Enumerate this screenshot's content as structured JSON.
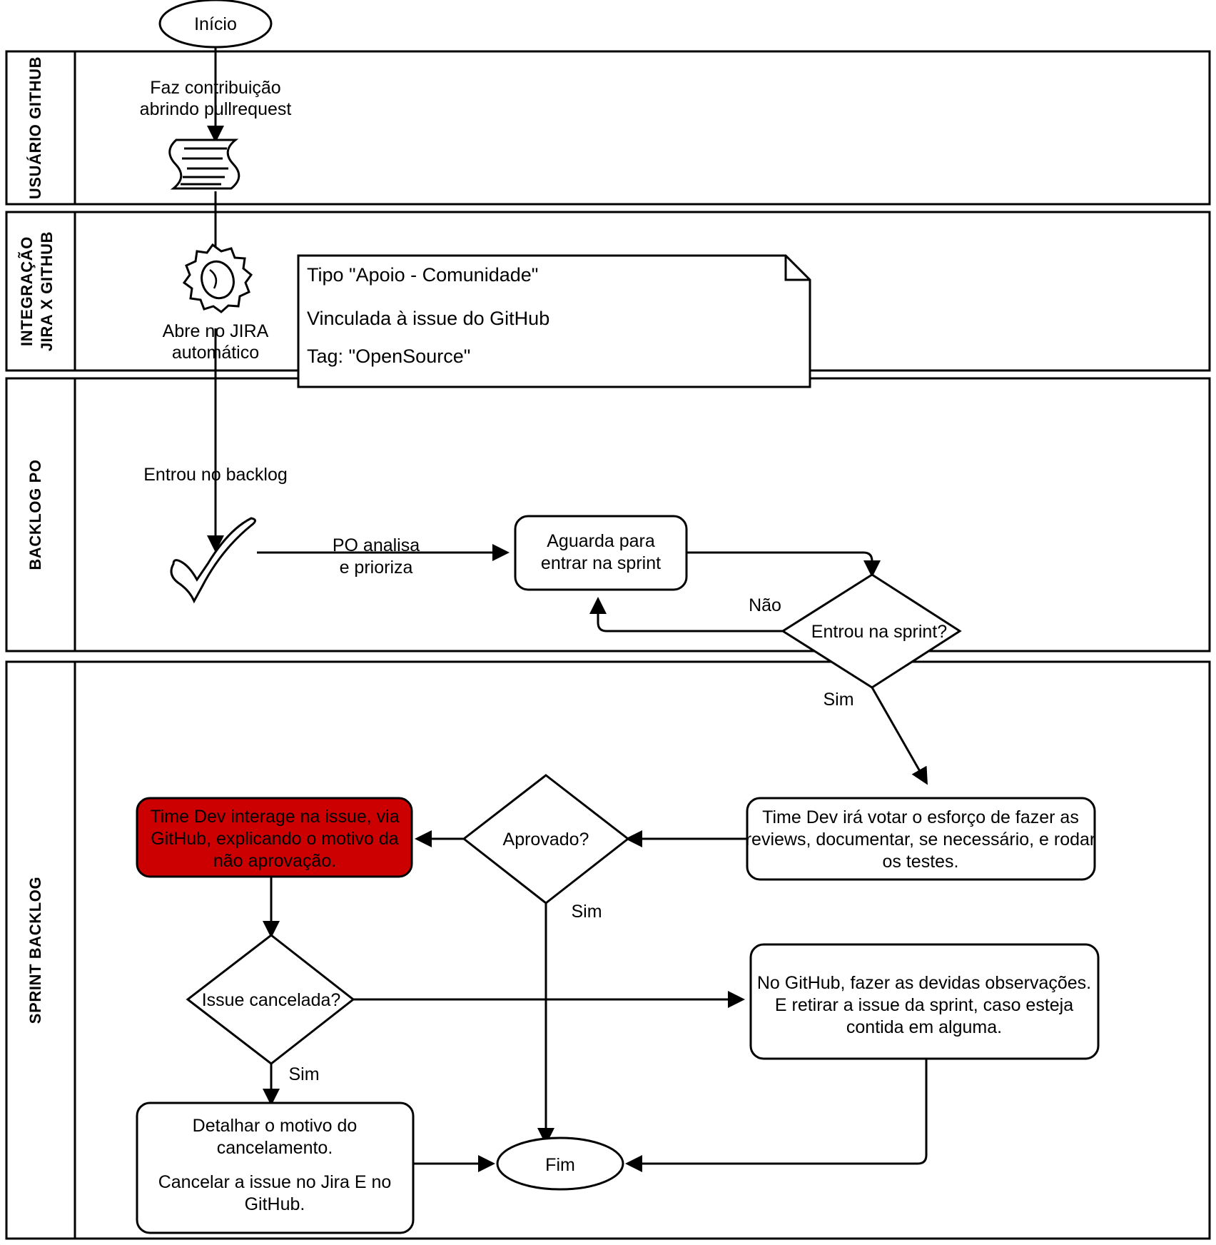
{
  "diagram": {
    "title": "Fluxo de contribuicao OpenSource GitHub x JIRA",
    "accent_red": "#CC0000",
    "stroke": "#000000",
    "background": "#FFFFFF"
  },
  "lanes": [
    {
      "id": "lane-usuario-github",
      "label": "USUÁRIO GITHUB"
    },
    {
      "id": "lane-integracao",
      "label": "INTEGRAÇÃO\nJIRA X GITHUB",
      "label_line1": "INTEGRAÇÃO",
      "label_line2": "JIRA X GITHUB"
    },
    {
      "id": "lane-backlog-po",
      "label": "BACKLOG PO"
    },
    {
      "id": "lane-sprint-backlog",
      "label": "SPRINT BACKLOG"
    }
  ],
  "nodes": {
    "start": {
      "label": "Início",
      "shape": "ellipse"
    },
    "document_pr": {
      "label": "",
      "shape": "document"
    },
    "gear_jira": {
      "label": "",
      "shape": "gear"
    },
    "note_jira": {
      "shape": "note",
      "lines": [
        "Tipo \"Apoio - Comunidade\"",
        "Vinculada à issue do GitHub",
        "Tag: \"OpenSource\""
      ]
    },
    "check_backlog": {
      "label": "",
      "shape": "checkmark"
    },
    "aguarda_sprint": {
      "shape": "rounded-rect",
      "lines": [
        "Aguarda para",
        "entrar na sprint"
      ]
    },
    "entrou_na_sprint": {
      "shape": "diamond",
      "label": "Entrou na sprint?"
    },
    "time_dev_votar": {
      "shape": "rounded-rect",
      "lines": [
        "Time Dev irá votar o esforço de fazer as",
        "reviews, documentar, se necessário, e rodar",
        "os testes."
      ]
    },
    "aprovado": {
      "shape": "diamond",
      "label": "Aprovado?"
    },
    "time_dev_interage": {
      "shape": "rounded-rect-red",
      "fill": "#CC0000",
      "lines": [
        "Time Dev interage na issue, via",
        "GitHub, explicando o motivo da",
        "não aprovação."
      ]
    },
    "issue_cancelada": {
      "shape": "diamond",
      "label": "Issue cancelada?"
    },
    "no_github_obs": {
      "shape": "rounded-rect",
      "lines": [
        "No GitHub, fazer as devidas observações.",
        "E retirar a issue da sprint, caso esteja",
        "contida em alguma."
      ]
    },
    "detalhar_motivo": {
      "shape": "rounded-rect",
      "lines": [
        "Detalhar o motivo do",
        "cancelamento.",
        "",
        "Cancelar a issue no Jira E no",
        "GitHub."
      ]
    },
    "end": {
      "label": "Fim",
      "shape": "ellipse"
    }
  },
  "edges": {
    "start_to_doc": {
      "lines": [
        "Faz contribuição",
        "abrindo pullrequest"
      ]
    },
    "doc_to_gear": {
      "lines": [
        "Abre no JIRA",
        "automático"
      ]
    },
    "gear_to_check": {
      "lines": [
        "Entrou no backlog"
      ]
    },
    "check_to_aguarda": {
      "lines": [
        "PO analisa",
        "e prioriza"
      ]
    },
    "sprint_nao": {
      "label": "Não"
    },
    "sprint_sim": {
      "label": "Sim"
    },
    "aprovado_sim": {
      "label": "Sim"
    },
    "cancelada_sim": {
      "label": "Sim"
    }
  }
}
